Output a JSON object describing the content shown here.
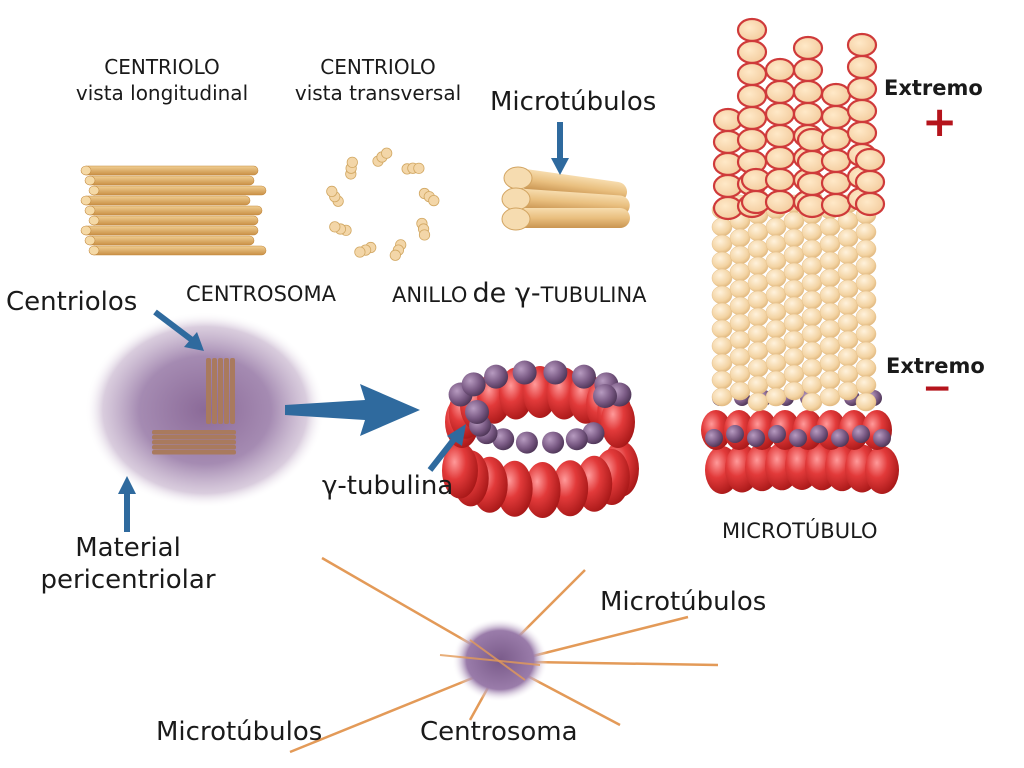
{
  "labels": {
    "centriolo_long_title": "CENTRIOLO",
    "centriolo_long_sub": "vista longitudinal",
    "centriolo_trans_title": "CENTRIOLO",
    "centriolo_trans_sub": "vista transversal",
    "microtubulos_top": "Microtúbulos",
    "extremo_plus": "Extremo",
    "plus_sign": "+",
    "centrosoma_caps": "CENTROSOMA",
    "anillo_part1": "ANILLO",
    "anillo_part2": "de γ-",
    "anillo_part3": "TUBULINA",
    "centriolos": "Centriolos",
    "extremo_minus": "Extremo",
    "minus_sign": "−",
    "gamma_tubulina": "γ-tubulina",
    "microtubulo_caps": "MICROTÚBULO",
    "material_line1": "Material",
    "material_line2": "pericentriolar",
    "microtubulos_right": "Microtúbulos",
    "microtubulos_bottom": "Microtúbulos",
    "centrosoma_bottom": "Centrosoma"
  },
  "colors": {
    "text": "#1a1a1a",
    "arrow_blue": "#2f6a9e",
    "centriole_tan": "#d9a95e",
    "tubulin_cream": "#f4d6a6",
    "tubulin_red": "#d73535",
    "gamma_purple": "#7d5b82",
    "pcm_purple": "#9b7ea8",
    "astral_orange": "#e39a58",
    "plus_minus_red": "#b5141c"
  },
  "icons": [
    "arrow-icon",
    "plus-sign-icon",
    "minus-sign-icon"
  ]
}
